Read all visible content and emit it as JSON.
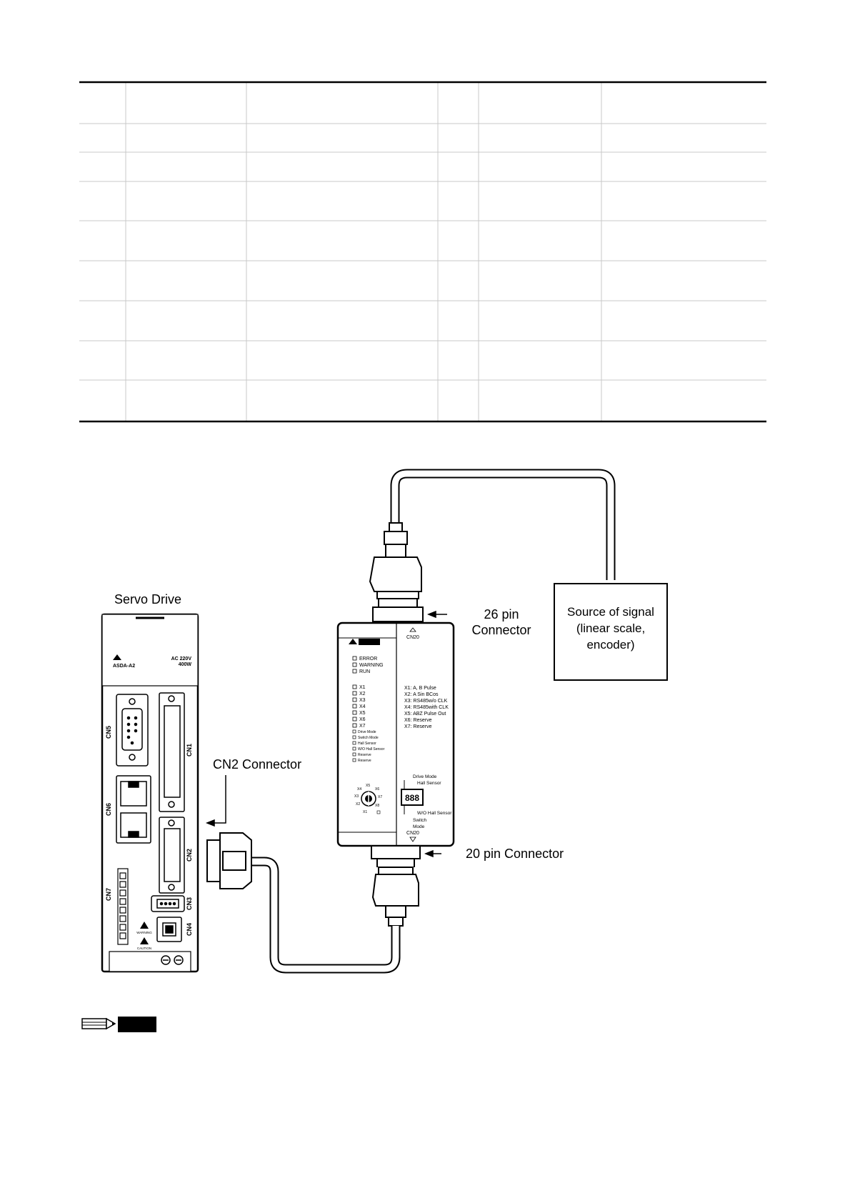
{
  "labels": {
    "servo_drive": "Servo Drive",
    "cn2_connector": "CN2 Connector",
    "pin26_line1": "26 pin",
    "pin26_line2": "Connector",
    "pin20": "20 pin Connector",
    "source_line1": "Source of signal",
    "source_line2": "(linear scale,",
    "source_line3": "encoder)"
  },
  "module": {
    "status_leds": [
      "ERROR",
      "WARNING",
      "RUN"
    ],
    "channel_leds": [
      "X1",
      "X2",
      "X3",
      "X4",
      "X5",
      "X6",
      "X7"
    ],
    "mode_leds": [
      "Drive Mode",
      "Switch Mode",
      "Hall Sensor",
      "W/O Hall Sensor",
      "Reserve",
      "Reserve"
    ],
    "legend": [
      "X1: A, B Pulse",
      "X2: A Sin BCos",
      "X3: RS485w/o CLK",
      "X4: RS485with CLK",
      "X5: ABZ Pulse Out",
      "X6: Reserve",
      "X7: Reserve"
    ],
    "display": "888",
    "switch_top_1": "Drive Mode",
    "switch_top_2": "Hall Sensor",
    "switch_bottom_1": "W/O Hall Sensor",
    "switch_bottom_2": "Switch",
    "switch_bottom_3": "Mode",
    "port_top": "CN20",
    "port_bottom": "CN20",
    "rotary_marks": [
      "X1",
      "X2",
      "X3",
      "X4",
      "X5",
      "X6",
      "X7",
      "X8"
    ]
  },
  "drive": {
    "model": "ASDA-A2",
    "rating_1": "AC 220V",
    "rating_2": "400W",
    "ports": {
      "cn5": "CN5",
      "cn6": "CN6",
      "cn7": "CN7",
      "cn1": "CN1",
      "cn2": "CN2",
      "cn3": "CN3",
      "cn4": "CN4"
    },
    "warning_1": "WARNING",
    "warning_2": "CAUTION"
  },
  "colors": {
    "line": "#000000",
    "grid": "#d0d0d0",
    "note_tag": "#000000"
  },
  "icons": {
    "note": "pencil-icon"
  }
}
